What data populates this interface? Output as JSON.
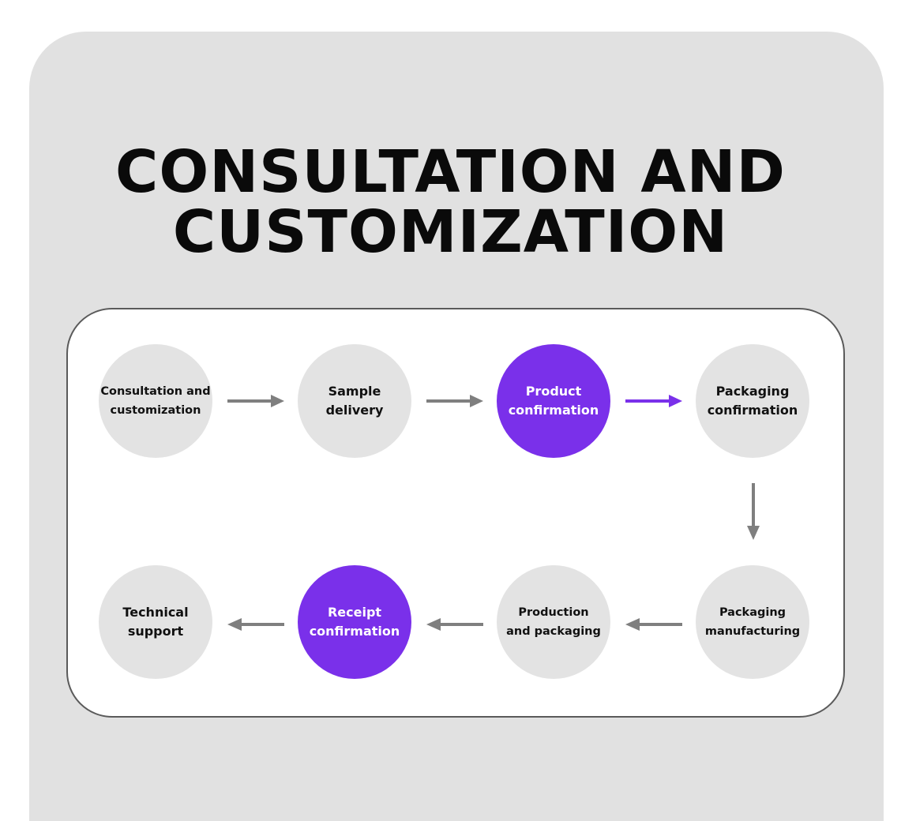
{
  "title": {
    "line1": "CONSULTATION AND",
    "line2": "CUSTOMIZATION"
  },
  "colors": {
    "accent": "#7a30ea",
    "step_fill": "#e3e3e3",
    "arrow": "#7f7f7f",
    "panel": "#e1e1e1"
  },
  "steps": [
    {
      "label": "Consultation and\ncustomization",
      "active": false
    },
    {
      "label": "Sample\ndelivery",
      "active": false
    },
    {
      "label": "Product\nconfirmation",
      "active": true
    },
    {
      "label": "Packaging\nconfirmation",
      "active": false
    },
    {
      "label": "Packaging\nmanufacturing",
      "active": false
    },
    {
      "label": "Production\nand packaging",
      "active": false
    },
    {
      "label": "Receipt\nconfirmation",
      "active": true
    },
    {
      "label": "Technical\nsupport",
      "active": false
    }
  ]
}
